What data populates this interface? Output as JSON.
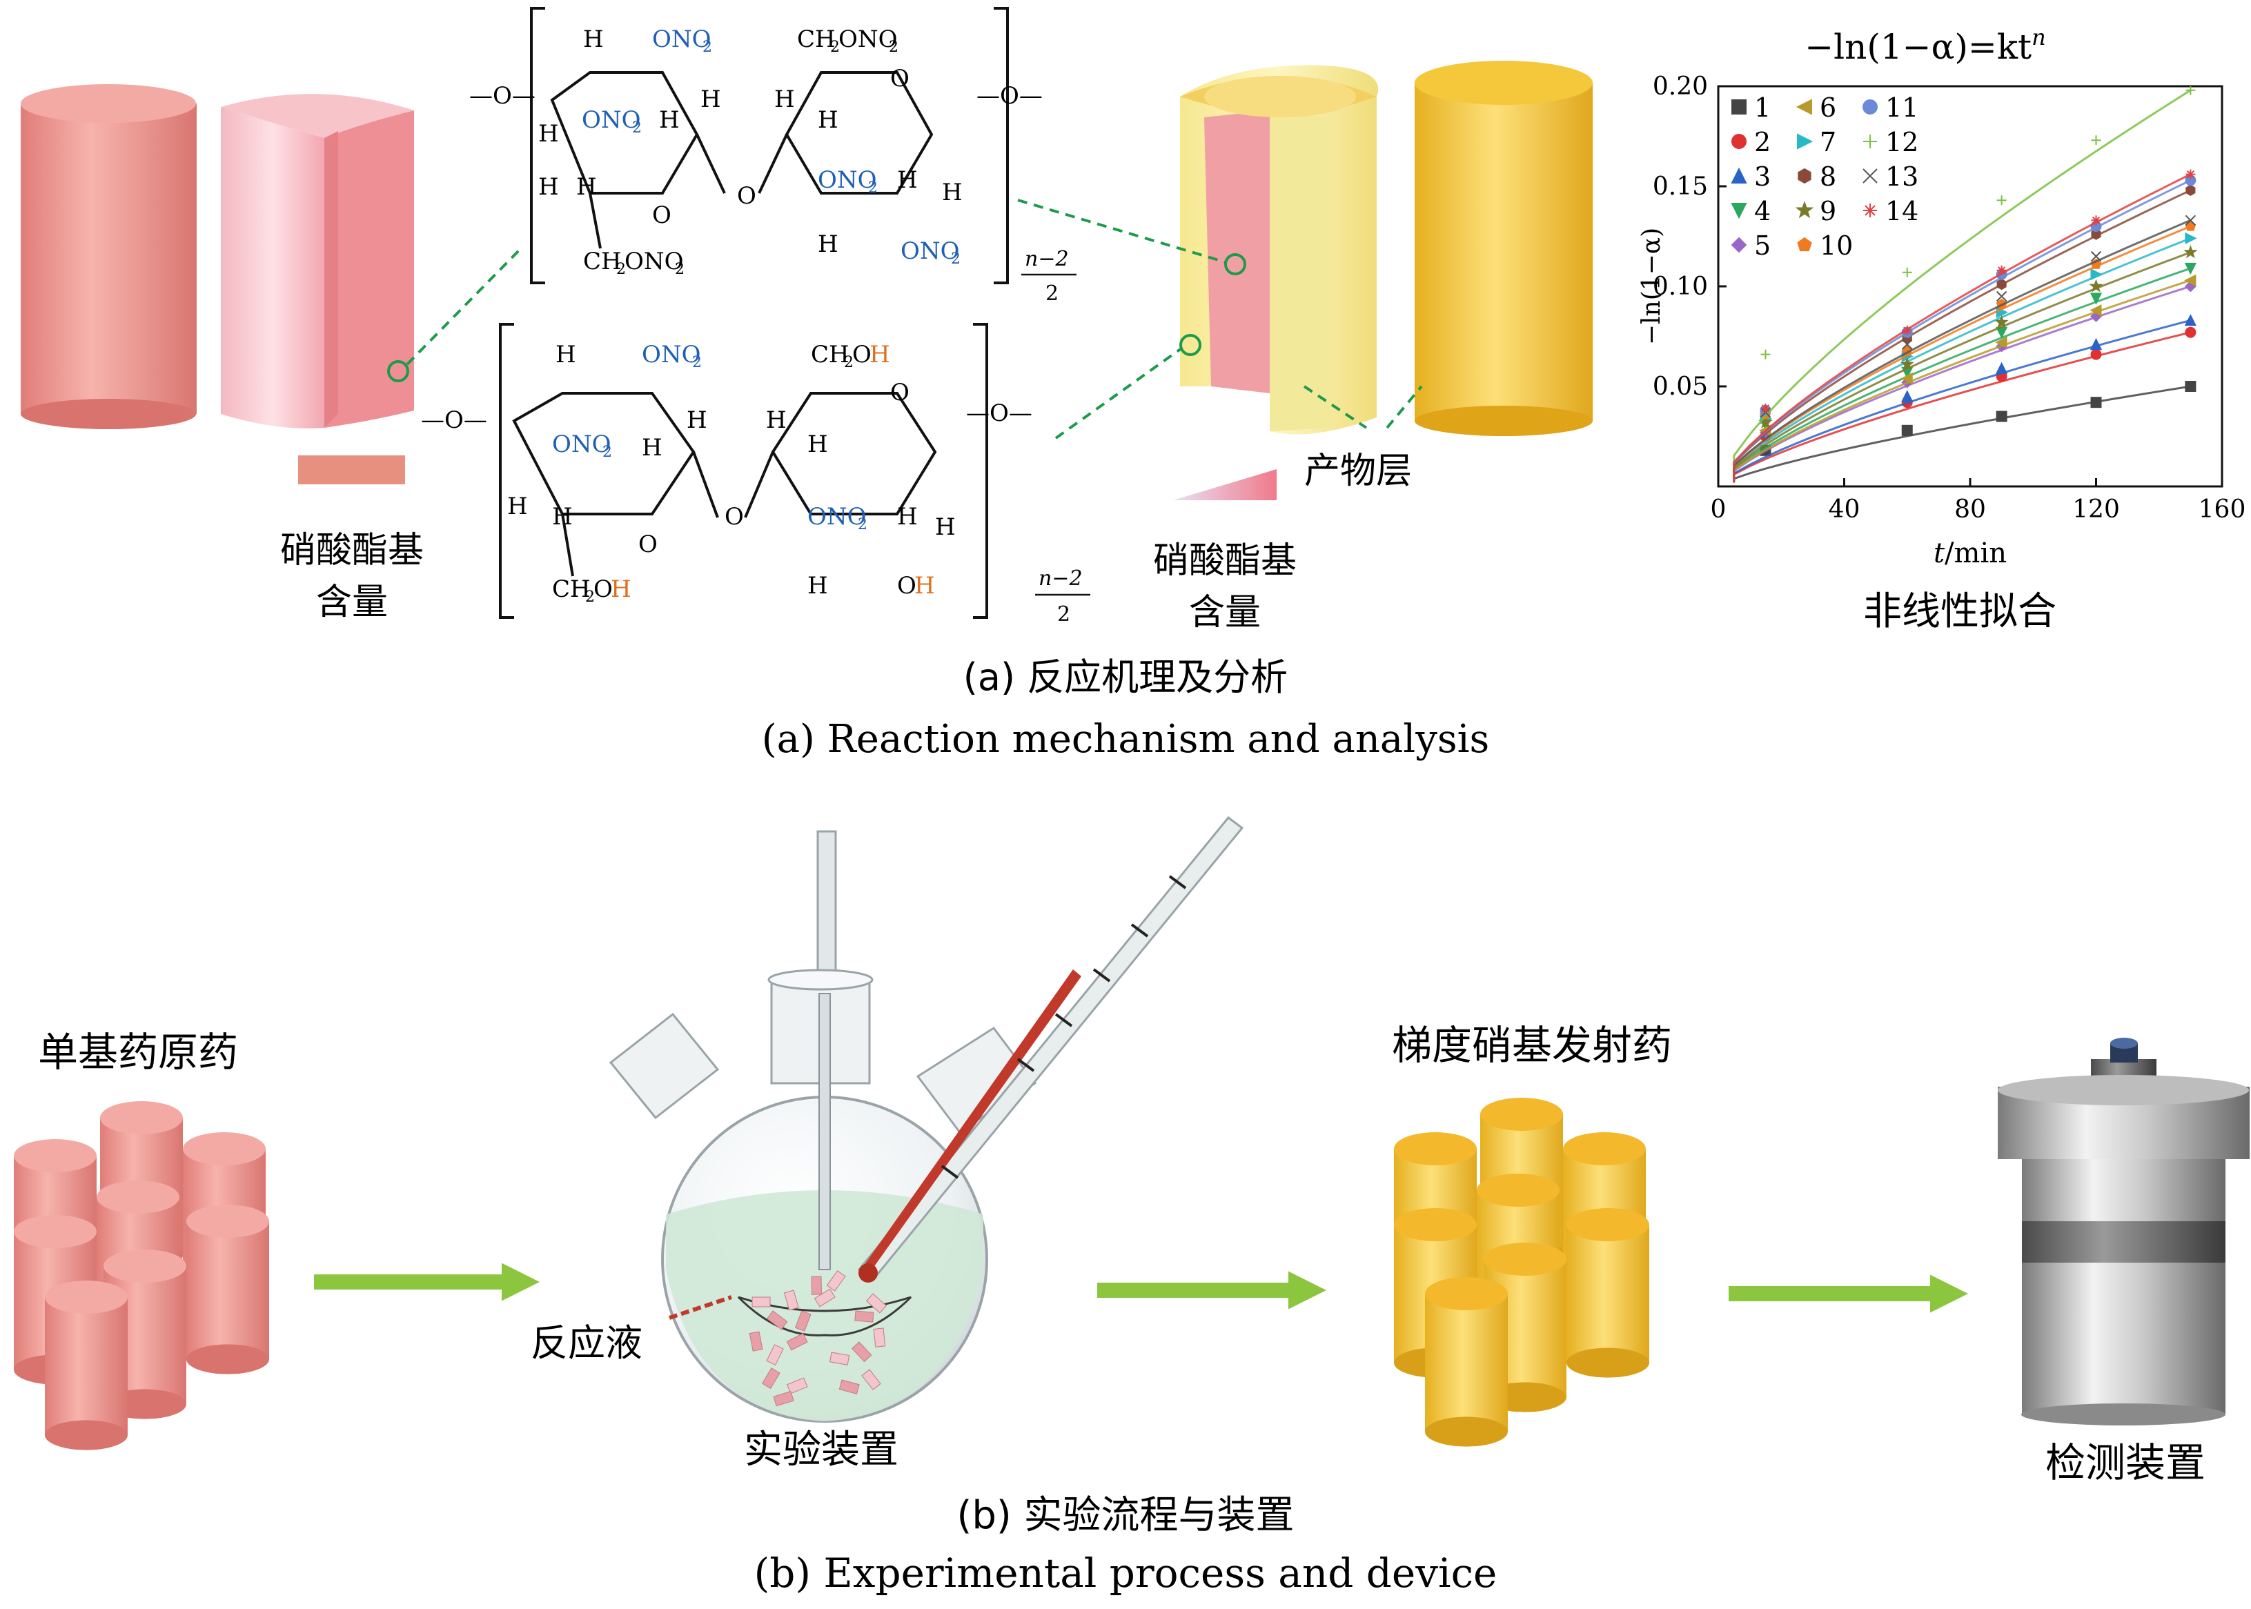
{
  "panel_a": {
    "caption_zh": "(a) 反应机理及分析",
    "caption_en": "(a) Reaction mechanism and analysis",
    "left_label_line1": "硝酸酯基",
    "left_label_line2": "含量",
    "right_label_line1": "硝酸酯基",
    "right_label_line2": "含量",
    "product_layer_label": "产物层",
    "top_structure": {
      "H": "H",
      "O": "O",
      "ring_O": "O",
      "ONO2": "ONO",
      "sub2": "2",
      "CH2ONO2": "CH",
      "CH2_sub": "2",
      "CH2_tail": "ONO",
      "bond_left": "—O—",
      "bond_right": "—O—",
      "n_frac_top": "n−2",
      "n_frac_bot": "2"
    },
    "bottom_structure": {
      "CH2OH": "CH",
      "CH2_sub": "2",
      "O": "O",
      "OH_tail": "H",
      "OH": "O"
    }
  },
  "chart_data": {
    "type": "scatter",
    "title": "−ln(1−α)=kt",
    "title_sup": "n",
    "ylabel": "−ln(1−α)",
    "xlabel_italic": "t",
    "xlabel_unit": "/min",
    "subcaption": "非线性拟合",
    "xlim": [
      0,
      160
    ],
    "ylim": [
      0,
      0.2
    ],
    "xticks": [
      "0",
      "40",
      "80",
      "120",
      "160"
    ],
    "yticks": [
      "0.05",
      "0.10",
      "0.15",
      "0.20"
    ],
    "x": [
      15,
      60,
      90,
      120,
      150
    ],
    "series": [
      {
        "name": "1",
        "color": "#444444",
        "marker": "square",
        "values": [
          0.018,
          0.028,
          0.035,
          0.042,
          0.05
        ]
      },
      {
        "name": "2",
        "color": "#e03030",
        "marker": "circle",
        "values": [
          0.025,
          0.042,
          0.055,
          0.066,
          0.077
        ]
      },
      {
        "name": "3",
        "color": "#2a62c8",
        "marker": "triangle-up",
        "values": [
          0.027,
          0.045,
          0.059,
          0.071,
          0.083
        ]
      },
      {
        "name": "4",
        "color": "#2aa860",
        "marker": "triangle-down",
        "values": [
          0.031,
          0.057,
          0.077,
          0.094,
          0.109
        ]
      },
      {
        "name": "5",
        "color": "#9a66c8",
        "marker": "diamond",
        "values": [
          0.027,
          0.052,
          0.07,
          0.085,
          0.1
        ]
      },
      {
        "name": "6",
        "color": "#b89a2a",
        "marker": "triangle-left",
        "values": [
          0.028,
          0.054,
          0.072,
          0.088,
          0.103
        ]
      },
      {
        "name": "7",
        "color": "#2ab8c8",
        "marker": "triangle-right",
        "values": [
          0.034,
          0.065,
          0.087,
          0.106,
          0.124
        ]
      },
      {
        "name": "8",
        "color": "#8a4a3a",
        "marker": "hexagon",
        "values": [
          0.037,
          0.074,
          0.101,
          0.126,
          0.148
        ]
      },
      {
        "name": "9",
        "color": "#7a7a2a",
        "marker": "star",
        "values": [
          0.032,
          0.061,
          0.082,
          0.1,
          0.117
        ]
      },
      {
        "name": "10",
        "color": "#f07a20",
        "marker": "pentagon",
        "values": [
          0.036,
          0.068,
          0.091,
          0.111,
          0.13
        ]
      },
      {
        "name": "11",
        "color": "#6a8ad8",
        "marker": "circle",
        "values": [
          0.038,
          0.077,
          0.106,
          0.13,
          0.153
        ]
      },
      {
        "name": "12",
        "color": "#7ac040",
        "marker": "plus",
        "values": [
          0.066,
          0.107,
          0.143,
          0.173,
          0.198
        ]
      },
      {
        "name": "13",
        "color": "#555555",
        "marker": "x",
        "values": [
          0.037,
          0.071,
          0.095,
          0.115,
          0.133
        ]
      },
      {
        "name": "14",
        "color": "#e04040",
        "marker": "asterisk",
        "values": [
          0.039,
          0.078,
          0.108,
          0.133,
          0.156
        ]
      }
    ]
  },
  "panel_b": {
    "caption_zh": "(b) 实验流程与装置",
    "caption_en": "(b) Experimental process and device",
    "raw_label": "单基药原药",
    "apparatus_label": "实验装置",
    "solution_label": "反应液",
    "product_label": "梯度硝基发射药",
    "detector_label": "检测装置"
  },
  "colors": {
    "pink": "#f0a6a0",
    "yellow": "#f5e27a",
    "arrow_green": "#8cc63f",
    "dash_green": "#1d9a4a",
    "liquid": "#cfe8d6"
  }
}
